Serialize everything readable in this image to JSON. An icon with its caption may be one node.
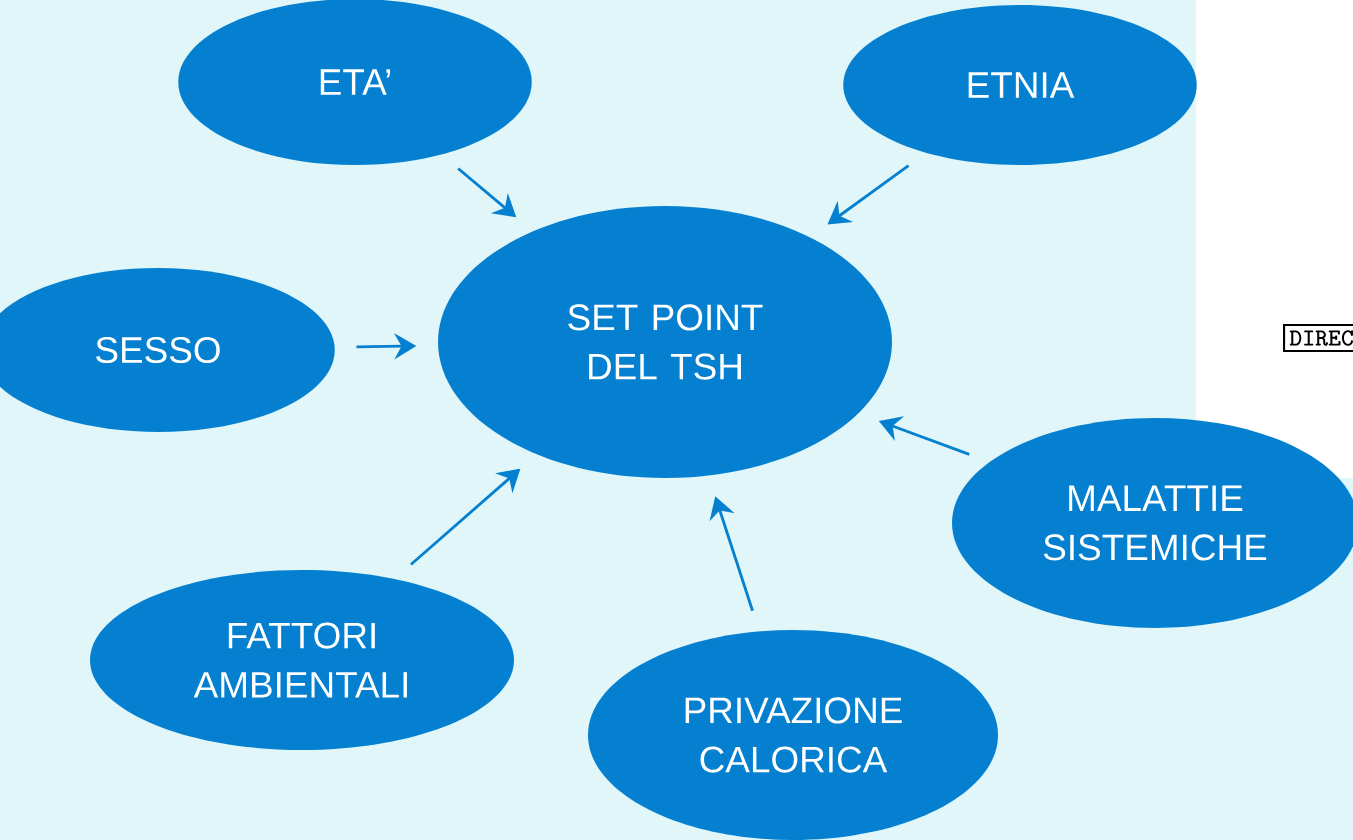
{
  "diagram": {
    "nodes": [
      {
        "text": [
          "ETA’"
        ]
      },
      {
        "text": [
          "ETNIA"
        ]
      },
      {
        "text": [
          "SESSO"
        ]
      },
      {
        "text": [
          "SET POINT DEL TSH"
        ]
      },
      {
        "text": [
          "MALATTIE SISTEMICHE"
        ]
      },
      {
        "text": [
          "FATTORI AMBIENTALI"
        ]
      },
      {
        "text": [
          "PRIVAZIONE CALORICA"
        ]
      }
    ],
    "edges": [
      {
        "from": 0,
        "to": 3,
        "arrow": "to"
      },
      {
        "from": 1,
        "to": 3,
        "arrow": "to"
      },
      {
        "from": 2,
        "to": 3,
        "arrow": "to"
      },
      {
        "from": 4,
        "to": 3,
        "arrow": "to"
      },
      {
        "from": 5,
        "to": 3,
        "arrow": "to"
      },
      {
        "from": 6,
        "to": 3,
        "arrow": "to"
      }
    ],
    "labels": [
      "DIREC"
    ]
  }
}
